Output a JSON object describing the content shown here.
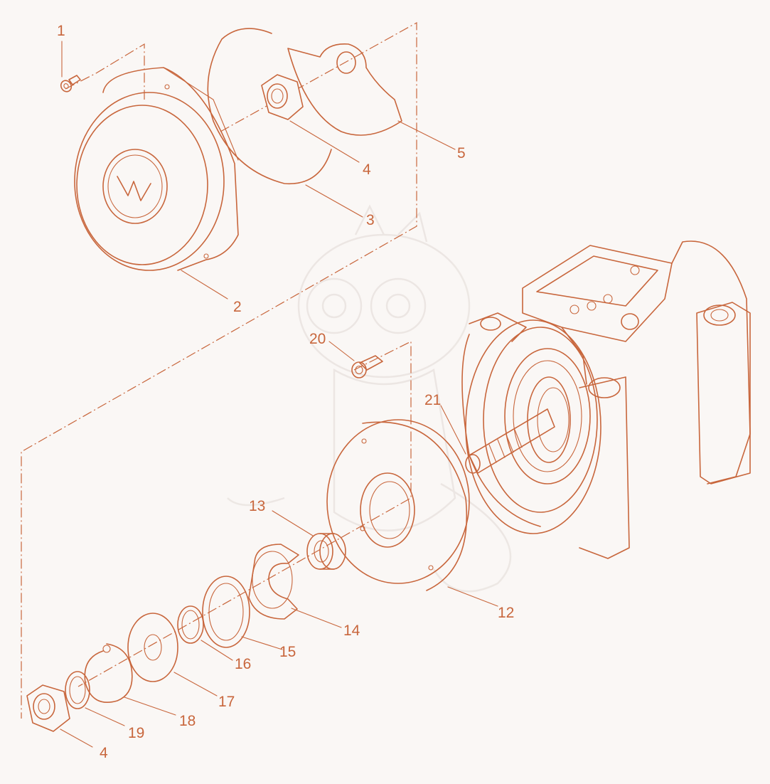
{
  "colors": {
    "background": "#faf7f5",
    "line": "#c8663c",
    "watermark": "#ebe5e2"
  },
  "callouts": [
    {
      "id": "c1",
      "number": "1"
    },
    {
      "id": "c2",
      "number": "2"
    },
    {
      "id": "c3",
      "number": "3"
    },
    {
      "id": "c4a",
      "number": "4"
    },
    {
      "id": "c5",
      "number": "5"
    },
    {
      "id": "c4b",
      "number": "4"
    },
    {
      "id": "c12",
      "number": "12"
    },
    {
      "id": "c13",
      "number": "13"
    },
    {
      "id": "c14",
      "number": "14"
    },
    {
      "id": "c15",
      "number": "15"
    },
    {
      "id": "c16",
      "number": "16"
    },
    {
      "id": "c17",
      "number": "17"
    },
    {
      "id": "c18",
      "number": "18"
    },
    {
      "id": "c19",
      "number": "19"
    },
    {
      "id": "c20",
      "number": "20"
    },
    {
      "id": "c21",
      "number": "21"
    }
  ]
}
